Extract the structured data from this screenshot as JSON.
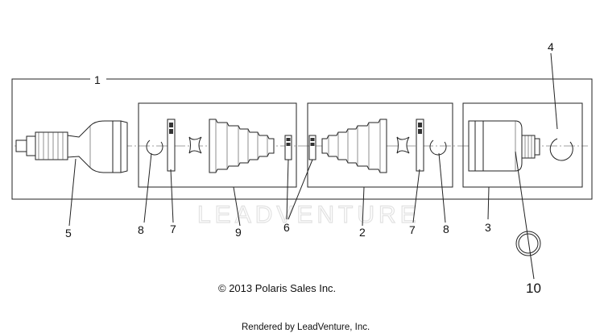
{
  "callouts": {
    "c1": "1",
    "c2": "2",
    "c3": "3",
    "c4": "4",
    "c5": "5",
    "c6": "6",
    "c7a": "7",
    "c7b": "7",
    "c8a": "8",
    "c8b": "8",
    "c9": "9",
    "c10": "10"
  },
  "watermark": "LEADVENTURE",
  "copyright": "© 2013 Polaris Sales Inc.",
  "rendered_by": "Rendered by LeadVenture, Inc."
}
